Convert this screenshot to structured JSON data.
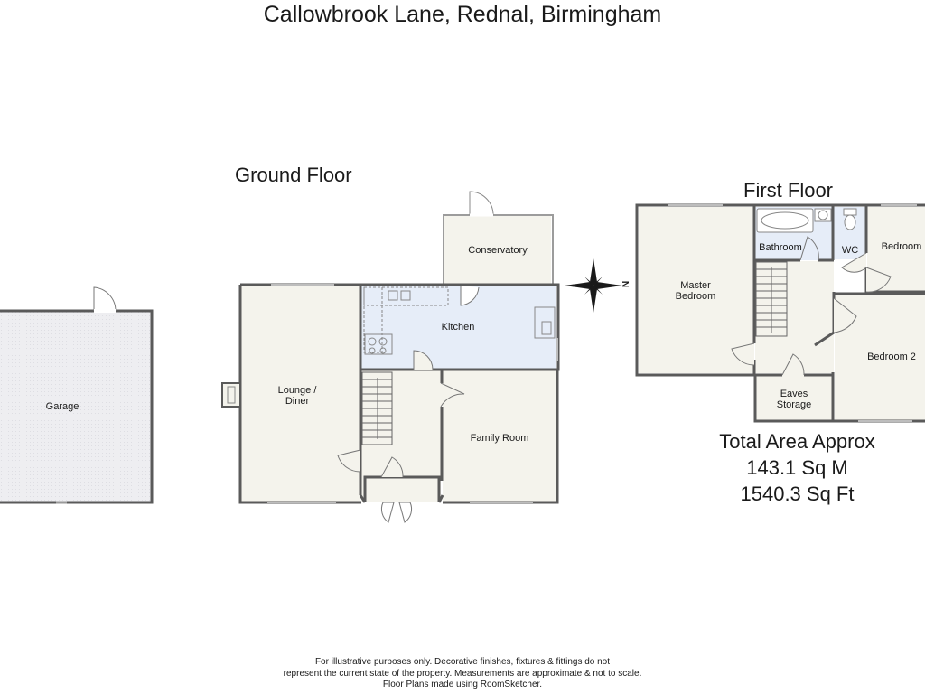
{
  "header": {
    "title": "Callowbrook Lane, Rednal, Birmingham"
  },
  "ground_floor": {
    "title": "Ground Floor",
    "rooms": {
      "garage": "Garage",
      "lounge_line1": "Lounge /",
      "lounge_line2": "Diner",
      "kitchen": "Kitchen",
      "conservatory": "Conservatory",
      "family_room": "Family Room"
    }
  },
  "first_floor": {
    "title": "First Floor",
    "rooms": {
      "master_line1": "Master",
      "master_line2": "Bedroom",
      "bathroom": "Bathroom",
      "wc": "WC",
      "bedroom": "Bedroom",
      "bedroom2": "Bedroom 2",
      "eaves_line1": "Eaves",
      "eaves_line2": "Storage"
    }
  },
  "total_area": {
    "heading": "Total Area Approx",
    "sq_m": "143.1 Sq M",
    "sq_ft": "1540.3 Sq Ft"
  },
  "compass": {
    "north_label": "N"
  },
  "disclaimer": {
    "line1": "For illustrative purposes only. Decorative finishes, fixtures & fittings do not",
    "line2": "represent the current state of the property. Measurements are approximate & not to scale.",
    "line3": "Floor Plans made using RoomSketcher."
  },
  "colors": {
    "wall": "#5a5a5a",
    "room_fill": "#f4f3ec",
    "garage_fill": "#efeff2",
    "kitchen_fill": "#e6edf8",
    "text": "#1a1a1a"
  }
}
